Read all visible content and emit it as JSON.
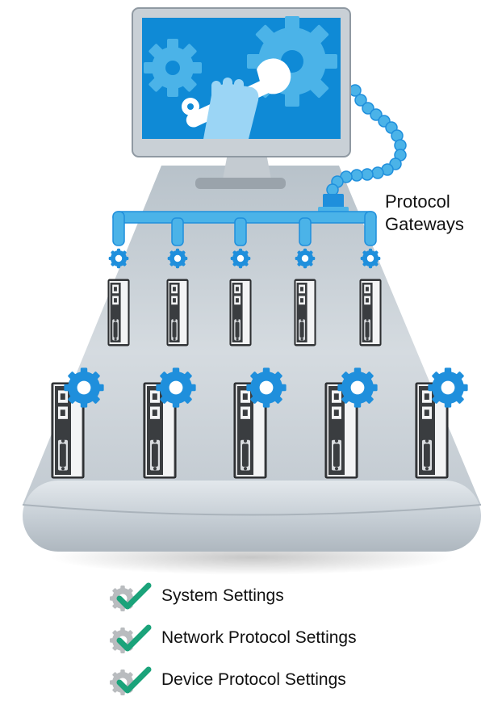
{
  "diagram": {
    "label": "Protocol Gateways",
    "label_lines": [
      "Protocol",
      "Gateways"
    ]
  },
  "checklist": {
    "items": [
      {
        "label": "System Settings"
      },
      {
        "label": "Network Protocol Settings"
      },
      {
        "label": "Device Protocol Settings"
      }
    ]
  },
  "colors": {
    "accent_blue": "#1f8fdc",
    "light_blue": "#4bb3e8",
    "screen_blue": "#0f8ad6",
    "check_green": "#1aa37a",
    "gear_gray": "#b9bcbf",
    "belt_gray": "#c7ced4",
    "device_dark": "#3a3d40"
  },
  "icons": {
    "monitor": "monitor-icon",
    "hand_wrench": "hand-wrench-icon",
    "gear": "gear-icon",
    "check": "check-gear-icon"
  }
}
